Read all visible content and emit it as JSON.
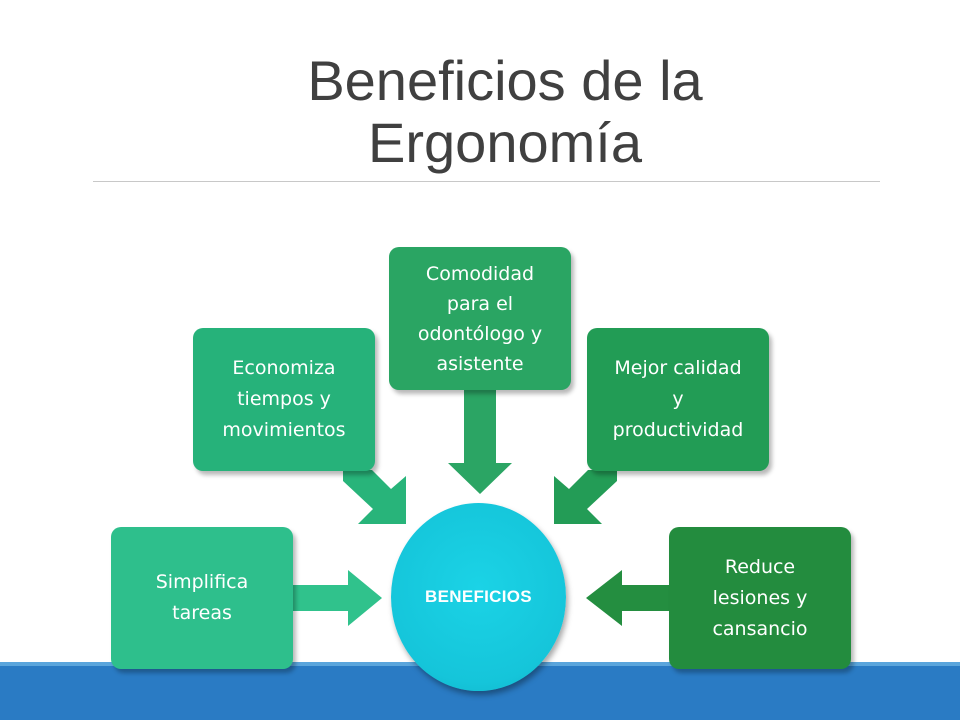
{
  "slide": {
    "title_line1": "Beneficios de la",
    "title_line2": "Ergonomía"
  },
  "diagram": {
    "center_label": "BENEFICIOS",
    "items": [
      {
        "id": "simplifica",
        "lines": [
          "Simplifica",
          "tareas"
        ],
        "color": "#2ebf8c"
      },
      {
        "id": "economiza",
        "lines": [
          "Economiza",
          "tiempos y",
          "movimientos"
        ],
        "color": "#26b27a"
      },
      {
        "id": "comodidad",
        "lines": [
          "Comodidad",
          "para el",
          "odontólogo y",
          "asistente"
        ],
        "color": "#2aa563"
      },
      {
        "id": "mejor-calidad",
        "lines": [
          "Mejor calidad",
          "y",
          "productividad"
        ],
        "color": "#229c55"
      },
      {
        "id": "reduce",
        "lines": [
          "Reduce",
          "lesiones y",
          "cansancio"
        ],
        "color": "#238c3e"
      }
    ]
  },
  "colors": {
    "title_text": "#404040",
    "center_circle": "#15c5da",
    "bottom_band": "#2a7bc4"
  }
}
